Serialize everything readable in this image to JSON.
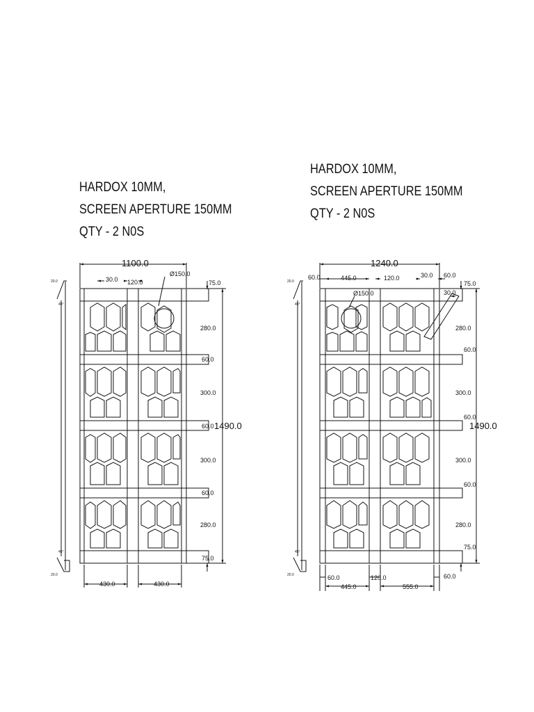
{
  "left": {
    "notes": [
      "HARDOX 10MM,",
      "SCREEN APERTURE 150MM",
      "QTY - 2 N0S"
    ],
    "dims": {
      "width": "1100.0",
      "height": "1490.0",
      "hole_dia": "Ø150.0",
      "gap_30": "30.0",
      "gap_120": "120.0",
      "top_band": "75.0",
      "bottom_band": "75.0",
      "panel_1": "280.0",
      "panel_2": "300.0",
      "panel_3": "300.0",
      "panel_4": "280.0",
      "bar_1": "60.0",
      "bar_2": "60.0",
      "bar_3": "60.0",
      "bottom_left": "430.0",
      "bottom_right": "430.0",
      "side_top": "20.0",
      "side_bottom": "20.0",
      "angle_top": "45°",
      "angle_bottom": "45°"
    }
  },
  "right": {
    "notes": [
      "HARDOX 10MM,",
      "SCREEN APERTURE 150MM",
      "QTY - 2 N0S"
    ],
    "dims": {
      "width": "1240.0",
      "height": "1490.0",
      "hole_dia": "Ø150.0",
      "left_edge": "60.0",
      "top_445": "445.0",
      "gap_120": "120.0",
      "gap_30": "30.0",
      "right_edge": "60.0",
      "slot_30": "30.0",
      "top_band": "75.0",
      "bottom_band": "75.0",
      "panel_1": "280.0",
      "panel_2": "300.0",
      "panel_3": "300.0",
      "panel_4": "280.0",
      "bar_1": "60.0",
      "bar_2": "60.0",
      "bar_3": "60.0",
      "bottom_left_edge": "60.0",
      "bottom_120": "120.0",
      "bottom_right_edge": "60.0",
      "bottom_445": "445.0",
      "bottom_555": "555.0",
      "side_top": "20.0",
      "side_bottom": "20.0",
      "angle_top": "45°",
      "angle_bottom": "45°"
    }
  }
}
